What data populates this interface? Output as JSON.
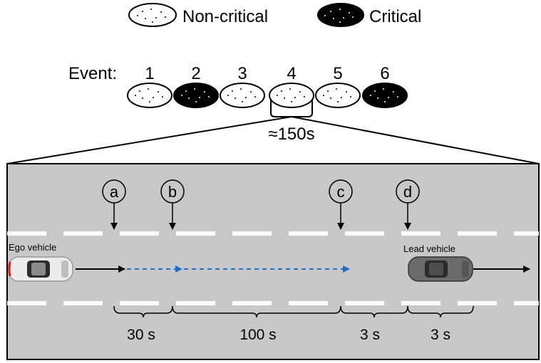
{
  "legend": {
    "noncritical_label": "Non-critical",
    "critical_label": "Critical"
  },
  "events": {
    "label": "Event:",
    "items": [
      {
        "number": "1",
        "type": "noncritical"
      },
      {
        "number": "2",
        "type": "critical"
      },
      {
        "number": "3",
        "type": "noncritical"
      },
      {
        "number": "4",
        "type": "noncritical"
      },
      {
        "number": "5",
        "type": "noncritical"
      },
      {
        "number": "6",
        "type": "critical"
      }
    ],
    "duration_label": "≈150s"
  },
  "road": {
    "ego_label": "Ego vehicle",
    "lead_label": "Lead vehicle",
    "markers": [
      "a",
      "b",
      "c",
      "d"
    ],
    "intervals": [
      "30 s",
      "100 s",
      "3 s",
      "3 s"
    ]
  },
  "colors": {
    "road": "#c8c8c8",
    "lane_marking": "#ffffff",
    "critical_fill": "#000000",
    "noncritical_fill": "#ffffff",
    "trajectory_arrow": "#1f6fc7",
    "ego_car": "#ececec",
    "lead_car": "#6b6b6b"
  }
}
